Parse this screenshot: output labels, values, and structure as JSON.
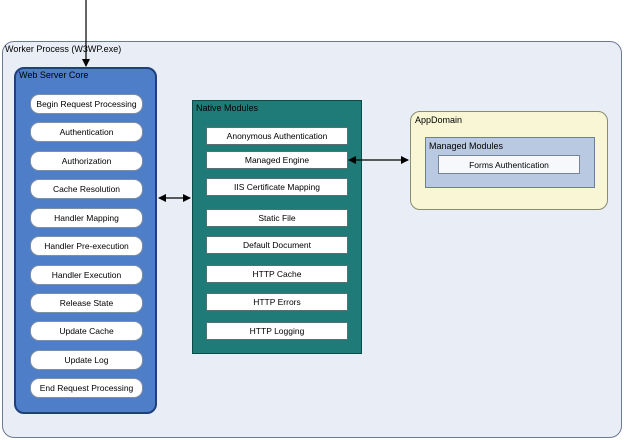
{
  "worker_process": {
    "title": "Worker Process (W3WP.exe)"
  },
  "web_server_core": {
    "title": "Web Server Core",
    "stages": [
      "Begin Request Processing",
      "Authentication",
      "Authorization",
      "Cache Resolution",
      "Handler Mapping",
      "Handler Pre-execution",
      "Handler Execution",
      "Release State",
      "Update Cache",
      "Update Log",
      "End Request Processing"
    ]
  },
  "native_modules": {
    "title": "Native Modules",
    "items": [
      "Anonymous Authentication",
      "Managed Engine",
      "IIS Certificate Mapping",
      "Static File",
      "Default Document",
      "HTTP Cache",
      "HTTP Errors",
      "HTTP Logging"
    ]
  },
  "app_domain": {
    "title": "AppDomain",
    "managed_modules": {
      "title": "Managed Modules",
      "items": [
        "Forms Authentication"
      ]
    }
  },
  "colors": {
    "worker_process_fill": "#e8edf6",
    "web_server_core_fill": "#4f7ec8",
    "native_modules_fill": "#1e7b77",
    "app_domain_fill": "#f8f6d4",
    "managed_modules_fill": "#b9c9e2"
  }
}
